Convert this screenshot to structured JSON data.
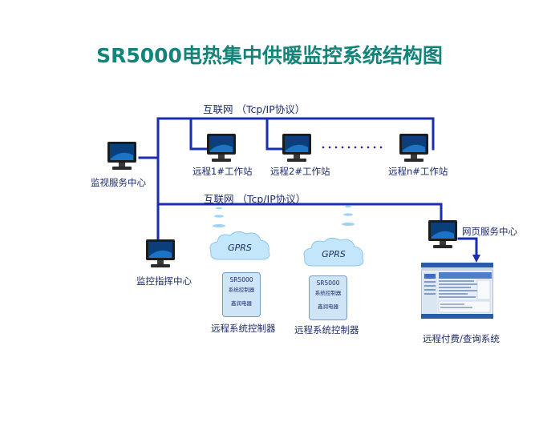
{
  "title": "SR5000电热集中供暖监控系统结构图",
  "colors": {
    "title": "#14847a",
    "line": "#1a2fb0",
    "label": "#1c2c6a",
    "cloud_fill": "#c4e6fb",
    "arrow": "#1a2fb0"
  },
  "networks": {
    "top": "互联网 （Tcp/IP协议）",
    "middle": "互联网 （Tcp/IP协议）"
  },
  "nodes": {
    "monitor_center": "监视服务中心",
    "remote1": "远程1#工作站",
    "remote2": "远程2#工作站",
    "remote_n": "远程n#工作站",
    "ellipsis": "........",
    "control_center": "监控指挥中心",
    "web_center": "网页服务中心",
    "billing": "远程付费/查询系统"
  },
  "gprs": {
    "left": "GPRS",
    "right": "GPRS"
  },
  "controllers": {
    "left": {
      "model": "SR5000",
      "type": "系统控制器",
      "brand": "鑫润电器",
      "caption": "远程系统控制器"
    },
    "right": {
      "model": "SR5000",
      "type": "系统控制器",
      "brand": "鑫润电器",
      "caption": "远程系统控制器"
    }
  },
  "icons": {
    "workstation": "desktop-computer-icon",
    "cloud": "gprs-cloud-icon",
    "screenshot": "web-billing-screenshot"
  }
}
